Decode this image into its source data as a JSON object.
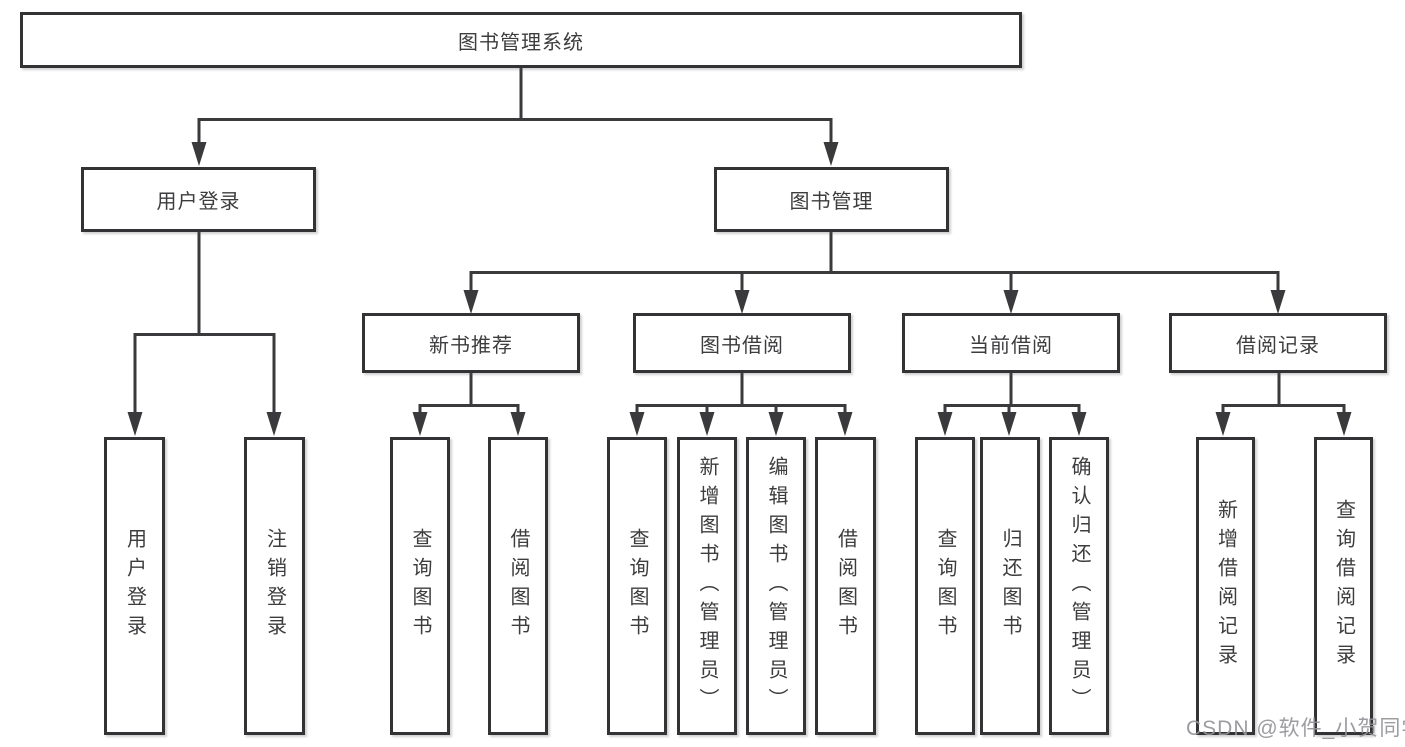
{
  "diagram": {
    "type": "tree",
    "root": "图书管理系统",
    "level2": [
      "用户登录",
      "图书管理"
    ],
    "level3": [
      "新书推荐",
      "图书借阅",
      "当前借阅",
      "借阅记录"
    ],
    "leaves": {
      "user_login": [
        "用户登录",
        "注销登录"
      ],
      "new_books": [
        "查询图书",
        "借阅图书"
      ],
      "book_borrow": [
        "查询图书",
        "新增图书（管理员）",
        "编辑图书（管理员）",
        "借阅图书"
      ],
      "current_borrow": [
        "查询图书",
        "归还图书",
        "确认归还（管理员）"
      ],
      "borrow_records": [
        "新增借阅记录",
        "查询借阅记录"
      ]
    },
    "colors": {
      "line": "#3a3a3c",
      "border": "#333335",
      "text": "#3d3d3f",
      "background": "#ffffff",
      "watermark": "#94949985"
    }
  },
  "watermark": "CSDN @软件_小贺同学"
}
